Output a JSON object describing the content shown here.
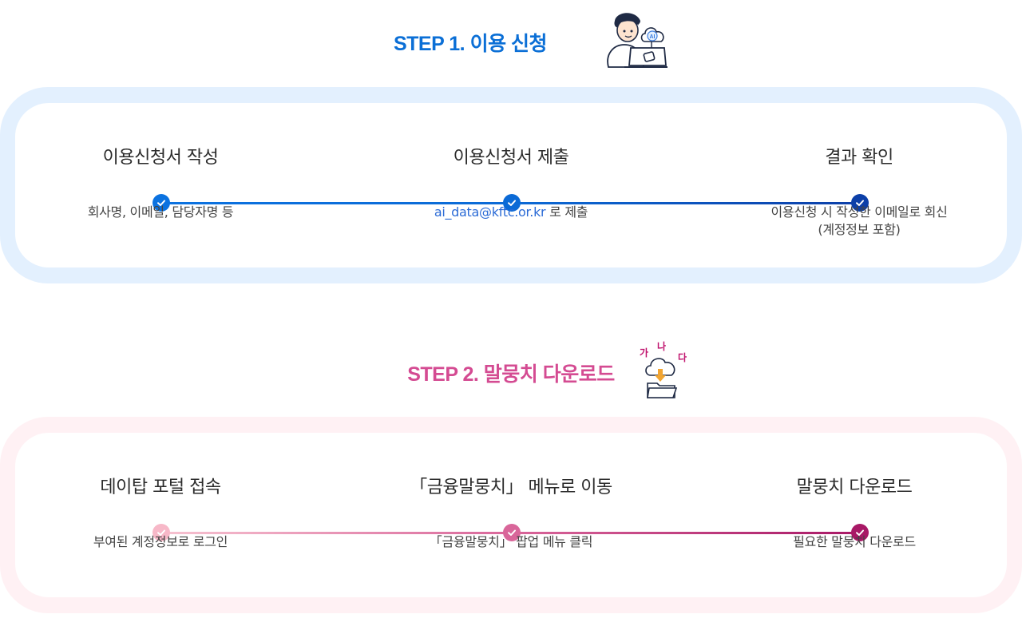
{
  "step1": {
    "title": "STEP 1.  이용 신청",
    "stages": [
      {
        "title": "이용신청서 작성",
        "desc": "회사명, 이메일, 담당자명 등"
      },
      {
        "title": "이용신청서 제출",
        "desc_link": "ai_data@kftc.or.kr",
        "desc": " 로 제출"
      },
      {
        "title": "결과 확인",
        "desc": "이용신청 시 작성한 이메일로 회신",
        "desc2": "(계정정보 포함)"
      }
    ],
    "illustration": {
      "badge": "AI"
    },
    "colors": {
      "title": "#0b6fd6",
      "node1": "#0b72e0",
      "node2": "#0b6ad6",
      "node3": "#0c3fa8"
    }
  },
  "step2": {
    "title": "STEP 2.  말뭉치 다운로드",
    "stages": [
      {
        "title": "데이탑 포털 접속",
        "desc": "부여된 계정정보로 로그인"
      },
      {
        "title": "「금융말뭉치」 메뉴로 이동",
        "desc": "「금융말뭉치」 팝업 메뉴 클릭"
      },
      {
        "title": "말뭉치 다운로드",
        "desc": "필요한 말뭉치 다운로드"
      }
    ],
    "illustration": {
      "letters": [
        "가",
        "나",
        "다"
      ]
    },
    "colors": {
      "title": "#d44b92",
      "node1": "#f7b8c8",
      "node2": "#d9669a",
      "node3": "#a81866"
    }
  }
}
